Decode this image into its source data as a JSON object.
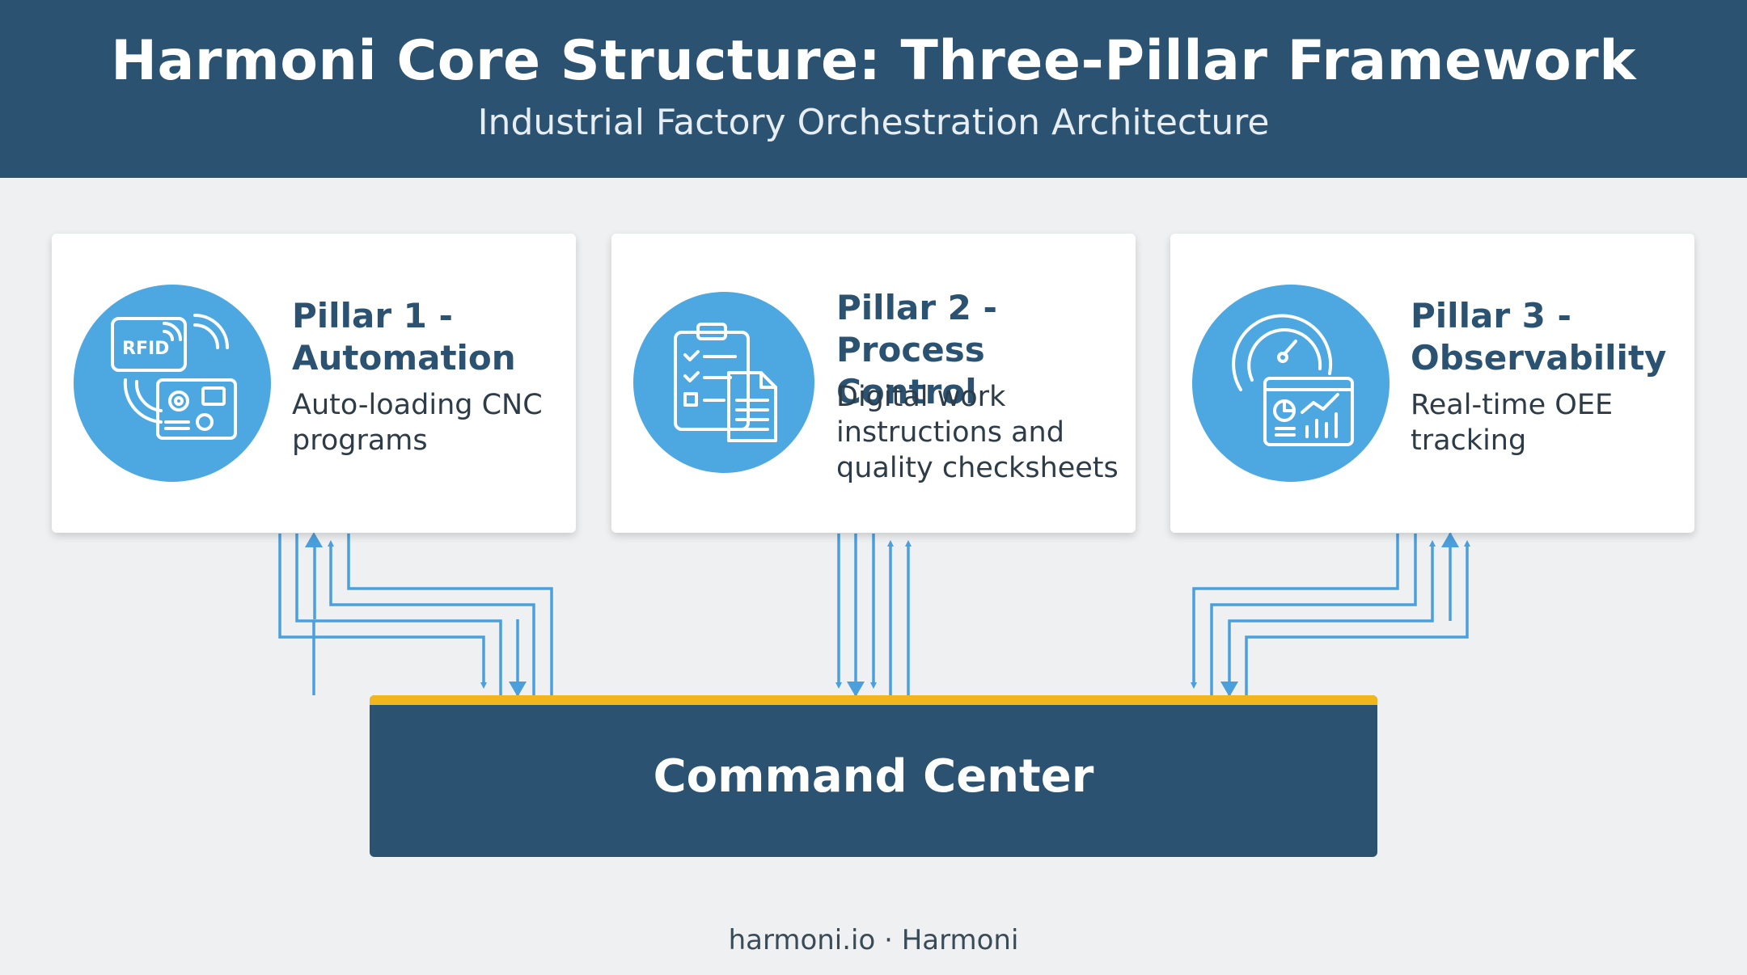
{
  "header": {
    "title": "Harmoni Core Structure: Three-Pillar Framework",
    "subtitle": "Industrial Factory Orchestration Architecture"
  },
  "pillars": [
    {
      "title_line1": "Pillar 1 -",
      "title_line2": "Automation",
      "desc_line1": "Auto-loading CNC",
      "desc_line2": "programs",
      "icon": "rfid-gear-icon",
      "icon_text": "RFID"
    },
    {
      "title_line1": "Pillar 2 -",
      "title_line2": "Process Control",
      "desc_line1": "Digital work",
      "desc_line2": "instructions and",
      "desc_line3": "quality checksheets",
      "icon": "clipboard-document-icon"
    },
    {
      "title_line1": "Pillar 3 -",
      "title_line2": "Observability",
      "desc_line1": "Real-time OEE",
      "desc_line2": "tracking",
      "icon": "gauge-dashboard-icon"
    }
  ],
  "command_center": {
    "label": "Command Center"
  },
  "footer": {
    "text": "harmoni.io · Harmoni"
  },
  "colors": {
    "header_bg": "#2b5270",
    "accent_blue": "#4da8e2",
    "connector": "#4a9fdc",
    "command_stripe": "#f2b51c",
    "background": "#eef0f2"
  }
}
